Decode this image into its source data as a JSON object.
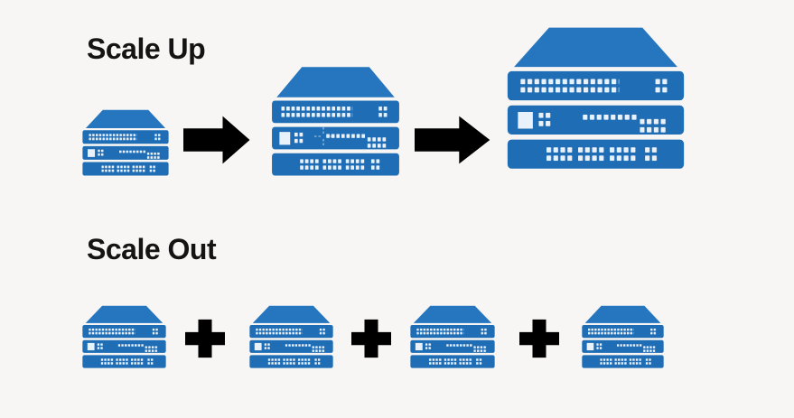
{
  "background": "#f7f6f4",
  "colors": {
    "server_blue": "#1e6db5",
    "server_top_blue": "#2576bf",
    "detail_white": "#e9f1fa",
    "connector_gray": "#9c9c99",
    "heading_text": "#141414"
  },
  "scale_up": {
    "title": "Scale Up",
    "servers": [
      {
        "id": "server-stack-small",
        "rack_units": 3,
        "size": "small"
      },
      {
        "id": "server-stack-medium",
        "rack_units": 3,
        "size": "medium"
      },
      {
        "id": "server-stack-large",
        "rack_units": 3,
        "size": "large"
      }
    ],
    "connector_icon": "arrow-right"
  },
  "scale_out": {
    "title": "Scale Out",
    "servers": [
      {
        "id": "server-stack-1",
        "rack_units": 3,
        "size": "small"
      },
      {
        "id": "server-stack-2",
        "rack_units": 3,
        "size": "small"
      },
      {
        "id": "server-stack-3",
        "rack_units": 3,
        "size": "small"
      },
      {
        "id": "server-stack-4",
        "rack_units": 3,
        "size": "small"
      }
    ],
    "connector_icon": "plus"
  }
}
